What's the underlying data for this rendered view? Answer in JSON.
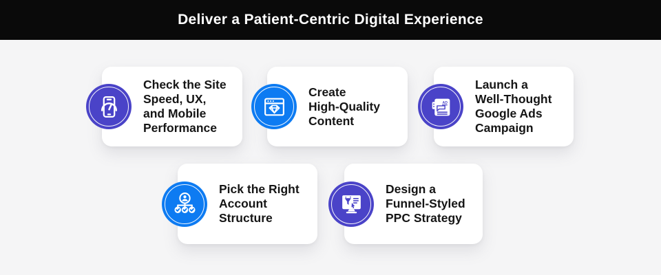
{
  "header": {
    "title": "Deliver a Patient-Centric Digital Experience",
    "bg_color": "#0a0a0a",
    "text_color": "#ffffff"
  },
  "page": {
    "bg_color": "#f5f5f6",
    "card_bg_color": "#ffffff",
    "label_color": "#151515"
  },
  "colors": {
    "indigo_badge": "#4a43c8",
    "blue_badge": "#0d7bf2"
  },
  "cards": [
    {
      "label": "Check the Site\nSpeed, UX,\nand Mobile\nPerformance",
      "icon": "mobile-speed-gauge-icon",
      "badge_color": "#4a43c8"
    },
    {
      "label": "Create\nHigh-Quality\nContent",
      "icon": "browser-diamond-icon",
      "badge_color": "#0d7bf2"
    },
    {
      "label": "Launch a\nWell-Thought\nGoogle Ads\nCampaign",
      "icon": "google-ads-icon",
      "badge_color": "#4a43c8"
    },
    {
      "label": "Pick the Right\nAccount\nStructure",
      "icon": "account-structure-icon",
      "badge_color": "#0d7bf2"
    },
    {
      "label": "Design a\nFunnel-Styled\nPPC Strategy",
      "icon": "funnel-ppc-icon",
      "badge_color": "#4a43c8"
    }
  ]
}
